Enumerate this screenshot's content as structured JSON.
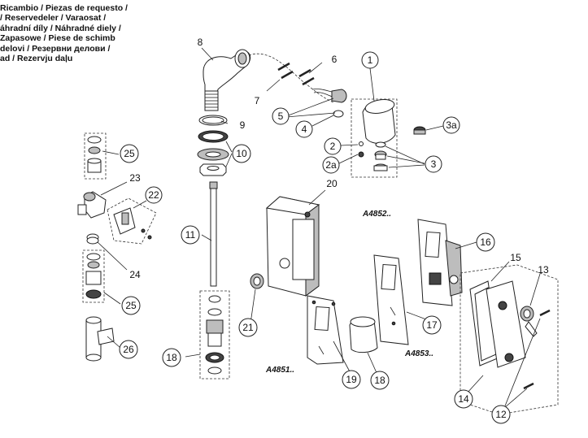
{
  "header": {
    "lines": [
      "Ricambio / Piezas de requesto /",
      "/ Reservedeler / Varaosat /",
      "áhradní díly / Náhradné diely /",
      "Zapasowe / Piese de schimb",
      "delovi / Резервни делови /",
      "ad / Rezervju daļu"
    ]
  },
  "callouts": {
    "c1": "1",
    "c2": "2",
    "c2a": "2a",
    "c3": "3",
    "c3a": "3a",
    "c4": "4",
    "c5": "5",
    "c6": "6",
    "c7": "7",
    "c8": "8",
    "c9": "9",
    "c10": "10",
    "c11": "11",
    "c12": "12",
    "c13": "13",
    "c14": "14",
    "c15": "15",
    "c16": "16",
    "c17": "17",
    "c18a": "18",
    "c18b": "18",
    "c19": "19",
    "c20": "20",
    "c21": "21",
    "c22": "22",
    "c23": "23",
    "c24": "24",
    "c25a": "25",
    "c25b": "25",
    "c26": "26"
  },
  "models": {
    "m4851": "A4851..",
    "m4852": "A4852..",
    "m4853": "A4853.."
  }
}
